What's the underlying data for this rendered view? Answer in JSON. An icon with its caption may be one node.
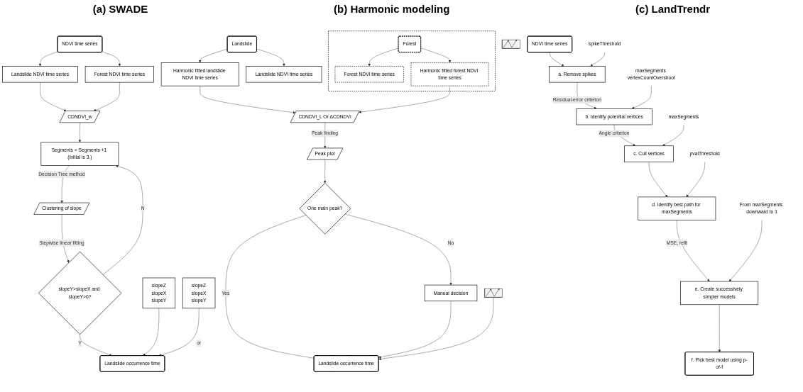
{
  "diagram": {
    "nodes": [
      {
        "text": [
          "NDVI time series"
        ]
      },
      {
        "text": [
          "Landslide NDVI time series"
        ]
      },
      {
        "text": [
          "Forest NDVI time series"
        ]
      },
      {
        "text": [
          "CDNDVI_w"
        ]
      },
      {
        "text": [
          "Segments = Segments +1 (Initial is 3.)"
        ]
      },
      {
        "text": [
          "Clustering of slope"
        ]
      },
      {
        "text": [
          "slopeY>slopeX and slopeY>0?"
        ]
      },
      {
        "text": [
          "Landslide occurrence time"
        ]
      },
      {
        "text": [
          "slopeZ",
          "slopeX",
          "slopeY"
        ]
      },
      {
        "text": [
          "slopeZ",
          "slopeX",
          "slopeY"
        ]
      },
      {
        "text": [
          "Landslide"
        ]
      },
      {
        "text": [
          "Landslide NDVI time series"
        ]
      },
      {
        "text": [
          "Harmonic fitted landslide NDVI time series"
        ]
      },
      {
        "text": [],
        "shape": "box"
      },
      {
        "text": [
          "Forest"
        ],
        "in": 13
      },
      {
        "text": [
          "Forest NDVI time series"
        ],
        "in": 13
      },
      {
        "text": [
          "Harmonic fitted forest NDVI time series"
        ],
        "in": 13
      },
      {
        "text": [
          "CDNDVI_L Or ΔCDNDVI"
        ]
      },
      {
        "text": [
          "Peak plot"
        ]
      },
      {
        "text": [
          "One main peak?"
        ]
      },
      {
        "text": [
          "Manual decision"
        ]
      },
      {
        "text": [
          "Landslide occurrence time"
        ]
      },
      {
        "text": [],
        "shape": "picture"
      },
      {
        "text": [],
        "shape": "picture"
      },
      {
        "text": [
          "NDVI time series"
        ]
      },
      {
        "text": [
          "a. Remove spikes"
        ]
      },
      {
        "text": [
          "spikeThreshold"
        ]
      },
      {
        "text": [
          "b. Identify potential vertices"
        ]
      },
      {
        "text": [
          "maxSegments vertexCountOvershoot"
        ]
      },
      {
        "text": [
          "c. Cull vertices"
        ]
      },
      {
        "text": [
          "maxSegments"
        ]
      },
      {
        "text": [
          "d. Identify best path for maxSegments"
        ]
      },
      {
        "text": [
          "pvalThreshold"
        ]
      },
      {
        "text": [
          "e. Create successively simpler models"
        ]
      },
      {
        "text": [
          "From maxSegments downward to 1"
        ]
      },
      {
        "text": [
          "f. Pick best model using p-of-f"
        ]
      }
    ],
    "edges": [
      {
        "from": 0,
        "to": 1,
        "arrow": "to"
      },
      {
        "from": 0,
        "to": 2,
        "arrow": "to"
      },
      {
        "from": 1,
        "to": 3,
        "arrow": "to"
      },
      {
        "from": 2,
        "to": 3,
        "arrow": "to"
      },
      {
        "from": 3,
        "to": 4,
        "arrow": "to"
      },
      {
        "from": 4,
        "to": 5,
        "arrow": "to",
        "label": "Decision Tree method"
      },
      {
        "from": 5,
        "to": 6,
        "arrow": "to",
        "label": "Stepwise linear fitting"
      },
      {
        "from": 6,
        "to": 4,
        "arrow": "to",
        "label": "N"
      },
      {
        "from": 6,
        "to": 7,
        "arrow": "to",
        "label": "Y"
      },
      {
        "from": 8,
        "to": 7,
        "arrow": "to"
      },
      {
        "from": 9,
        "to": 7,
        "arrow": "to",
        "label": "or"
      },
      {
        "from": 10,
        "to": 11,
        "arrow": "to"
      },
      {
        "from": 10,
        "to": 12,
        "arrow": "to"
      },
      {
        "from": 14,
        "to": 15,
        "arrow": "to"
      },
      {
        "from": 14,
        "to": 16,
        "arrow": "to"
      },
      {
        "from": 12,
        "to": 17,
        "arrow": "to"
      },
      {
        "from": 16,
        "to": 17,
        "arrow": "to"
      },
      {
        "from": 17,
        "to": 18,
        "arrow": "to",
        "label": "Peak finding"
      },
      {
        "from": 18,
        "to": 19,
        "arrow": "to"
      },
      {
        "from": 19,
        "to": 20,
        "arrow": "to",
        "label": "No"
      },
      {
        "from": 19,
        "to": 21,
        "arrow": "none",
        "label": "Yes"
      },
      {
        "from": 20,
        "to": 21,
        "arrow": "to"
      },
      {
        "from": 23,
        "to": 21,
        "arrow": "to"
      },
      {
        "from": 24,
        "to": 25,
        "arrow": "to"
      },
      {
        "from": 26,
        "to": 25,
        "arrow": "to"
      },
      {
        "from": 25,
        "to": 27,
        "arrow": "to",
        "label": "Residual-error criterion"
      },
      {
        "from": 28,
        "to": 27,
        "arrow": "to"
      },
      {
        "from": 27,
        "to": 29,
        "arrow": "to",
        "label": "Angle criterion"
      },
      {
        "from": 30,
        "to": 29,
        "arrow": "to"
      },
      {
        "from": 29,
        "to": 31,
        "arrow": "to"
      },
      {
        "from": 32,
        "to": 31,
        "arrow": "to"
      },
      {
        "from": 31,
        "to": 33,
        "arrow": "to",
        "label": "MSE, refit"
      },
      {
        "from": 34,
        "to": 33,
        "arrow": "to"
      },
      {
        "from": 33,
        "to": 35,
        "arrow": "to"
      }
    ],
    "labels": [
      "(a) SWADE",
      "(b) Harmonic modeling",
      "(c) LandTrendr"
    ]
  }
}
